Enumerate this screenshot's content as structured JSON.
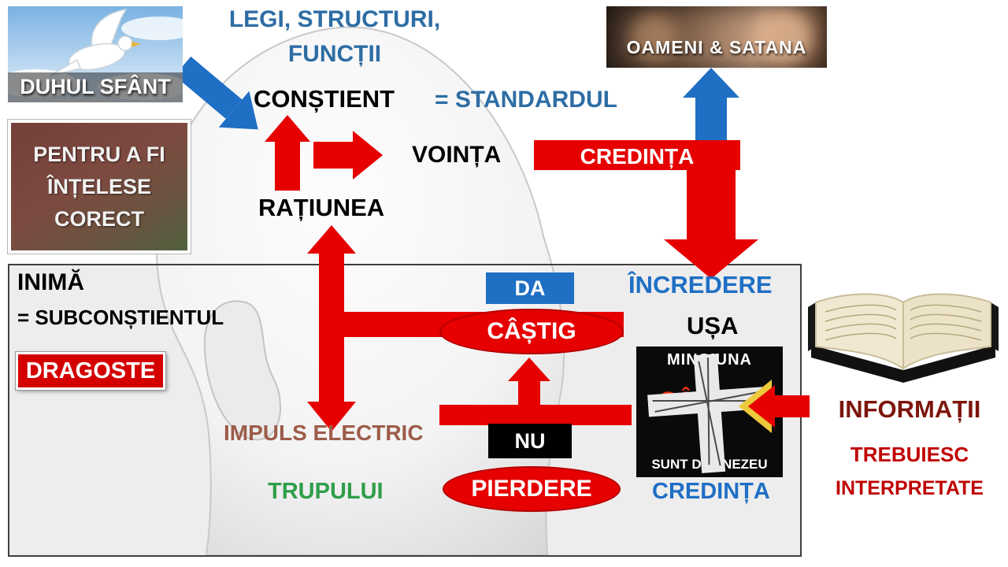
{
  "colors": {
    "red": "#e60000",
    "blue": "#1f6fc5",
    "dark_blue": "#2e6da4",
    "green": "#2f9e49",
    "brown": "#9d5c49",
    "dark_red": "#7d150c",
    "text_red": "#c00000"
  },
  "dove": {
    "label": "DUHUL SFÂNT"
  },
  "people": {
    "label": "OAMENI & SATANA"
  },
  "note": {
    "line1": "PENTRU A FI",
    "line2": "ÎNȚELESE",
    "line3": "CORECT"
  },
  "mind": {
    "laws_line1": "LEGI, STRUCTURI,",
    "laws_line2": "FUNCȚII",
    "conscious": "CONȘTIENT",
    "standard": "= STANDARDUL",
    "will": "VOINȚA",
    "faith": "CREDINȚA",
    "reason": "RAȚIUNEA"
  },
  "heart": {
    "title": "INIMĂ",
    "subtitle": "= SUBCONȘTIENTUL",
    "love": "DRAGOSTE",
    "yes": "DA",
    "gain": "CÂȘTIG",
    "trust": "ÎNCREDERE",
    "door": "UȘA",
    "no": "NU",
    "loss": "PIERDERE",
    "impulse": "IMPULS ELECTRIC",
    "body": "TRUPULUI",
    "faith": "CREDINȚA"
  },
  "cross": {
    "top": "MINCIUNA",
    "middle": "GÂNDUL",
    "bottom": "SUNT DUMNEZEU"
  },
  "info": {
    "title": "INFORMAȚII",
    "line1": "TREBUIESC",
    "line2": "INTERPRETATE"
  }
}
